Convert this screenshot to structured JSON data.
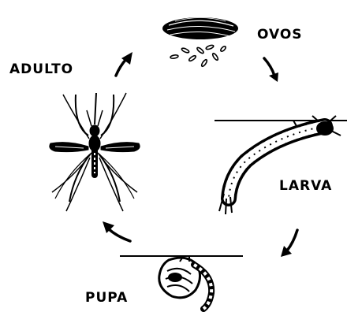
{
  "diagram": {
    "stages": {
      "eggs": "OVOS",
      "larva": "LARVA",
      "pupa": "PUPA",
      "adult": "ADULTO"
    },
    "ink_color": "#000000",
    "background_color": "#ffffff"
  }
}
